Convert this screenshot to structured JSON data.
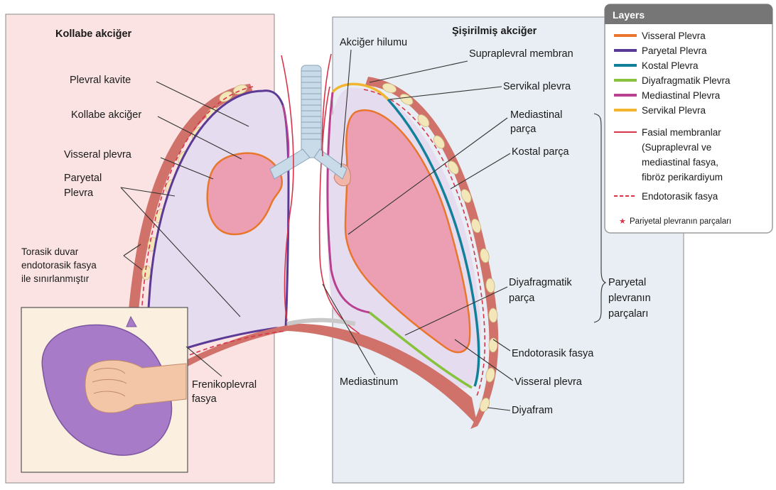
{
  "panels": {
    "left_title": "Kollabe akciğer",
    "right_title": "Şişirilmiş akciğer"
  },
  "labels": {
    "plevral_kavite": "Plevral kavite",
    "kollabe_akciger": "Kollabe akciğer",
    "visseral_plevra_left": "Visseral plevra",
    "paryetal_l1": "Paryetal",
    "paryetal_l2": "Plevra",
    "torasik_l1": "Torasik duvar",
    "torasik_l2": "endotorasik fasya",
    "torasik_l3": "ile sınırlanmıştır",
    "frenikoplevral_l1": "Frenikoplevral",
    "frenikoplevral_l2": "fasya",
    "mediastinum": "Mediastinum",
    "akciger_hilumu": "Akciğer hilumu",
    "supraplevral_membran": "Supraplevral membran",
    "servikal_plevra": "Servikal plevra",
    "mediastinal_l1": "Mediastinal",
    "mediastinal_l2": "parça",
    "kostal_parca": "Kostal parça",
    "diyafragmatik_l1": "Diyafragmatik",
    "diyafragmatik_l2": "parça",
    "paryetal_parts_l1": "Paryetal",
    "paryetal_parts_l2": "plevranın",
    "paryetal_parts_l3": "parçaları",
    "endotorasik_fasya": "Endotorasik fasya",
    "visseral_plevra_right": "Visseral plevra",
    "diyafram": "Diyafram"
  },
  "legend": {
    "title": "Layers",
    "items": [
      {
        "label": "Visseral Plevra",
        "color": "#e8762c"
      },
      {
        "label": "Paryetal Plevra",
        "color": "#5b3a96"
      },
      {
        "label": "Kostal Plevra",
        "color": "#13809a"
      },
      {
        "label": "Diyafragmatik Plevra",
        "color": "#86c23c"
      },
      {
        "label": "Mediastinal Plevra",
        "color": "#b8408e"
      },
      {
        "label": "Servikal Plevra",
        "color": "#f2b530"
      }
    ],
    "fascia_l1": "Fasial membranlar",
    "fascia_l2": "(Supraplevral ve",
    "fascia_l3": "mediastinal fasya,",
    "fascia_l4": "fibröz perikardiyum",
    "fascia_color": "#d8344a",
    "endothoracic": "Endotorasik fasya",
    "star_note": "Pariyetal plevranın parçaları"
  },
  "colors": {
    "left_bg": "#fbe3e3",
    "right_bg": "#e8eef3",
    "pleural_cavity": "#e6dcef",
    "lung": "#ec9fb2",
    "chest_wall": "#d0716a",
    "fat": "#f3e6b8",
    "balloon": "#a77bc8"
  }
}
